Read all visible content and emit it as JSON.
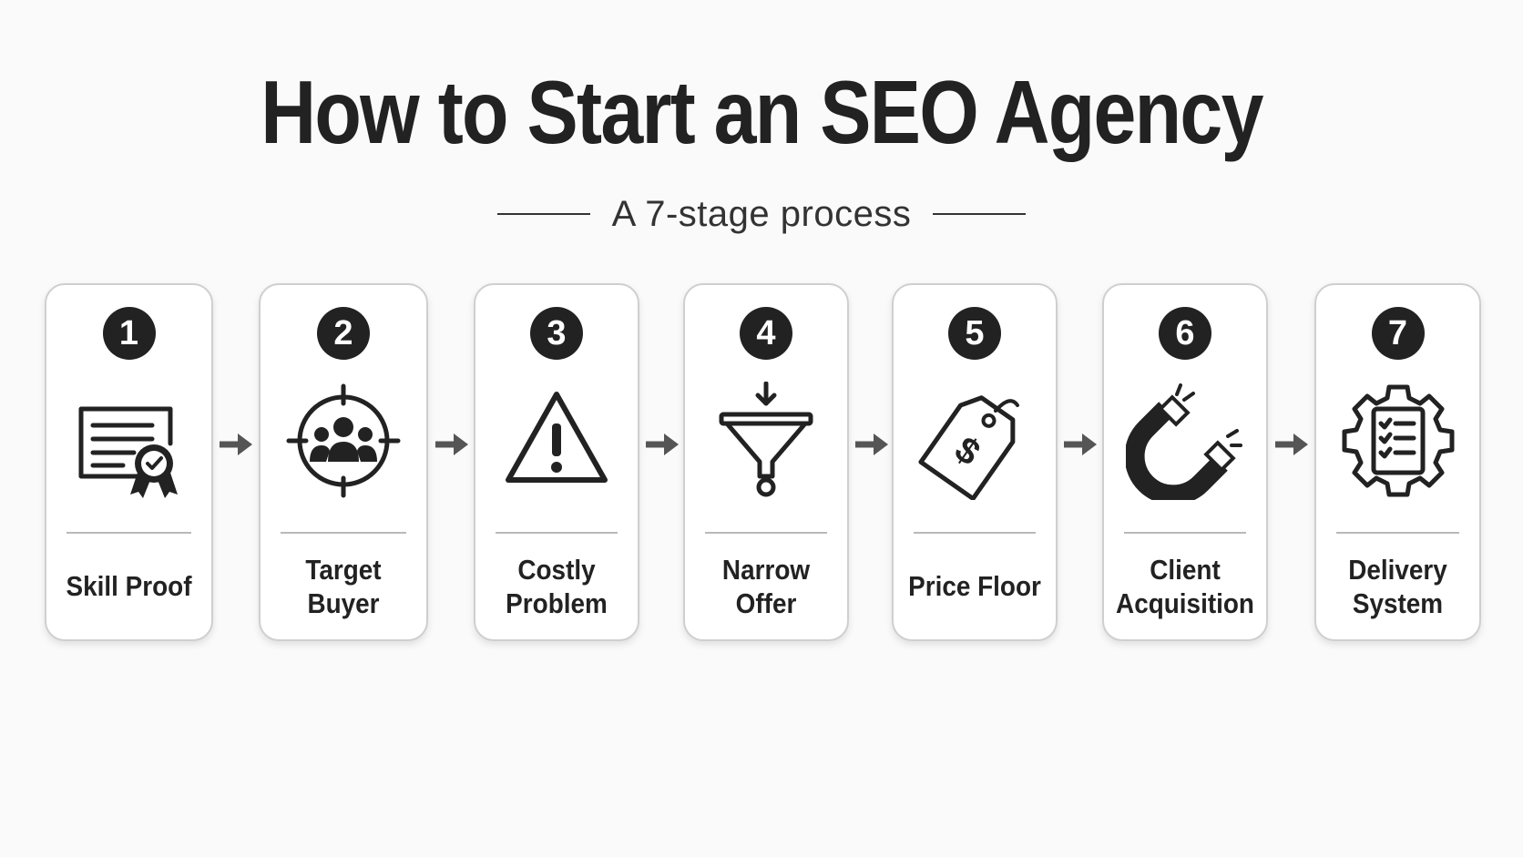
{
  "title": "How to Start an SEO Agency",
  "subtitle": "A 7-stage process",
  "stages": [
    {
      "number": "1",
      "label": "Skill Proof",
      "icon": "certificate-icon"
    },
    {
      "number": "2",
      "label": "Target Buyer",
      "icon": "target-audience-icon"
    },
    {
      "number": "3",
      "label": "Costly\nProblem",
      "icon": "warning-icon"
    },
    {
      "number": "4",
      "label": "Narrow\nOffer",
      "icon": "funnel-icon"
    },
    {
      "number": "5",
      "label": "Price Floor",
      "icon": "price-tag-icon"
    },
    {
      "number": "6",
      "label": "Client\nAcquisition",
      "icon": "magnet-icon"
    },
    {
      "number": "7",
      "label": "Delivery\nSystem",
      "icon": "gear-checklist-icon"
    }
  ],
  "colors": {
    "background": "#fafafa",
    "card": "#ffffff",
    "card_border": "#cfcfcf",
    "ink": "#222222",
    "arrow": "#555555"
  }
}
